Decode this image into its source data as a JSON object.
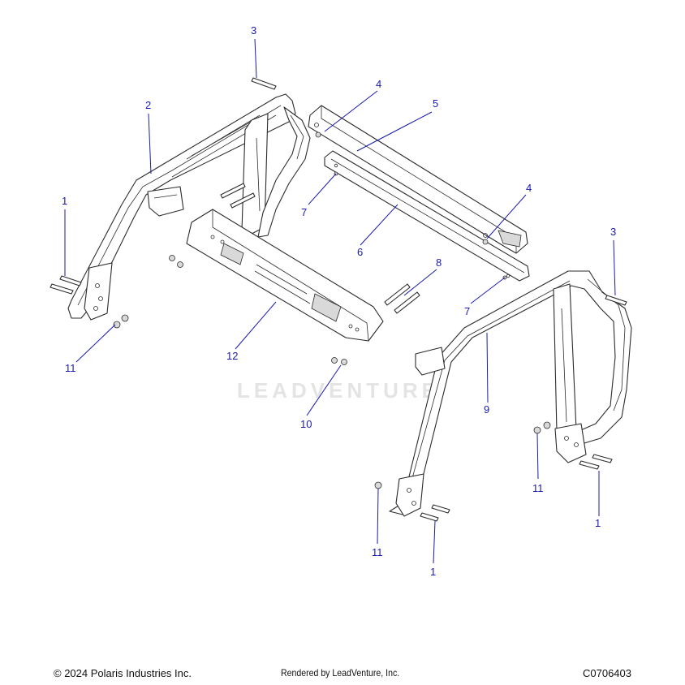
{
  "diagram": {
    "watermark": "LEADVENTURE",
    "callouts": [
      {
        "id": "c3a",
        "label": "3"
      },
      {
        "id": "c2",
        "label": "2"
      },
      {
        "id": "c4a",
        "label": "4"
      },
      {
        "id": "c5",
        "label": "5"
      },
      {
        "id": "c1a",
        "label": "1"
      },
      {
        "id": "c7a",
        "label": "7"
      },
      {
        "id": "c4b",
        "label": "4"
      },
      {
        "id": "c6",
        "label": "6"
      },
      {
        "id": "c3b",
        "label": "3"
      },
      {
        "id": "c8",
        "label": "8"
      },
      {
        "id": "c7b",
        "label": "7"
      },
      {
        "id": "c11a",
        "label": "11"
      },
      {
        "id": "c12",
        "label": "12"
      },
      {
        "id": "c9",
        "label": "9"
      },
      {
        "id": "c10",
        "label": "10"
      },
      {
        "id": "c11b",
        "label": "11"
      },
      {
        "id": "c1b",
        "label": "1"
      },
      {
        "id": "c11c",
        "label": "11"
      },
      {
        "id": "c1c",
        "label": "1"
      }
    ]
  },
  "footer": {
    "copyright": "© 2024 Polaris Industries Inc.",
    "rendered_by": "Rendered by LeadVenture, Inc.",
    "doc_id": "C0706403"
  }
}
